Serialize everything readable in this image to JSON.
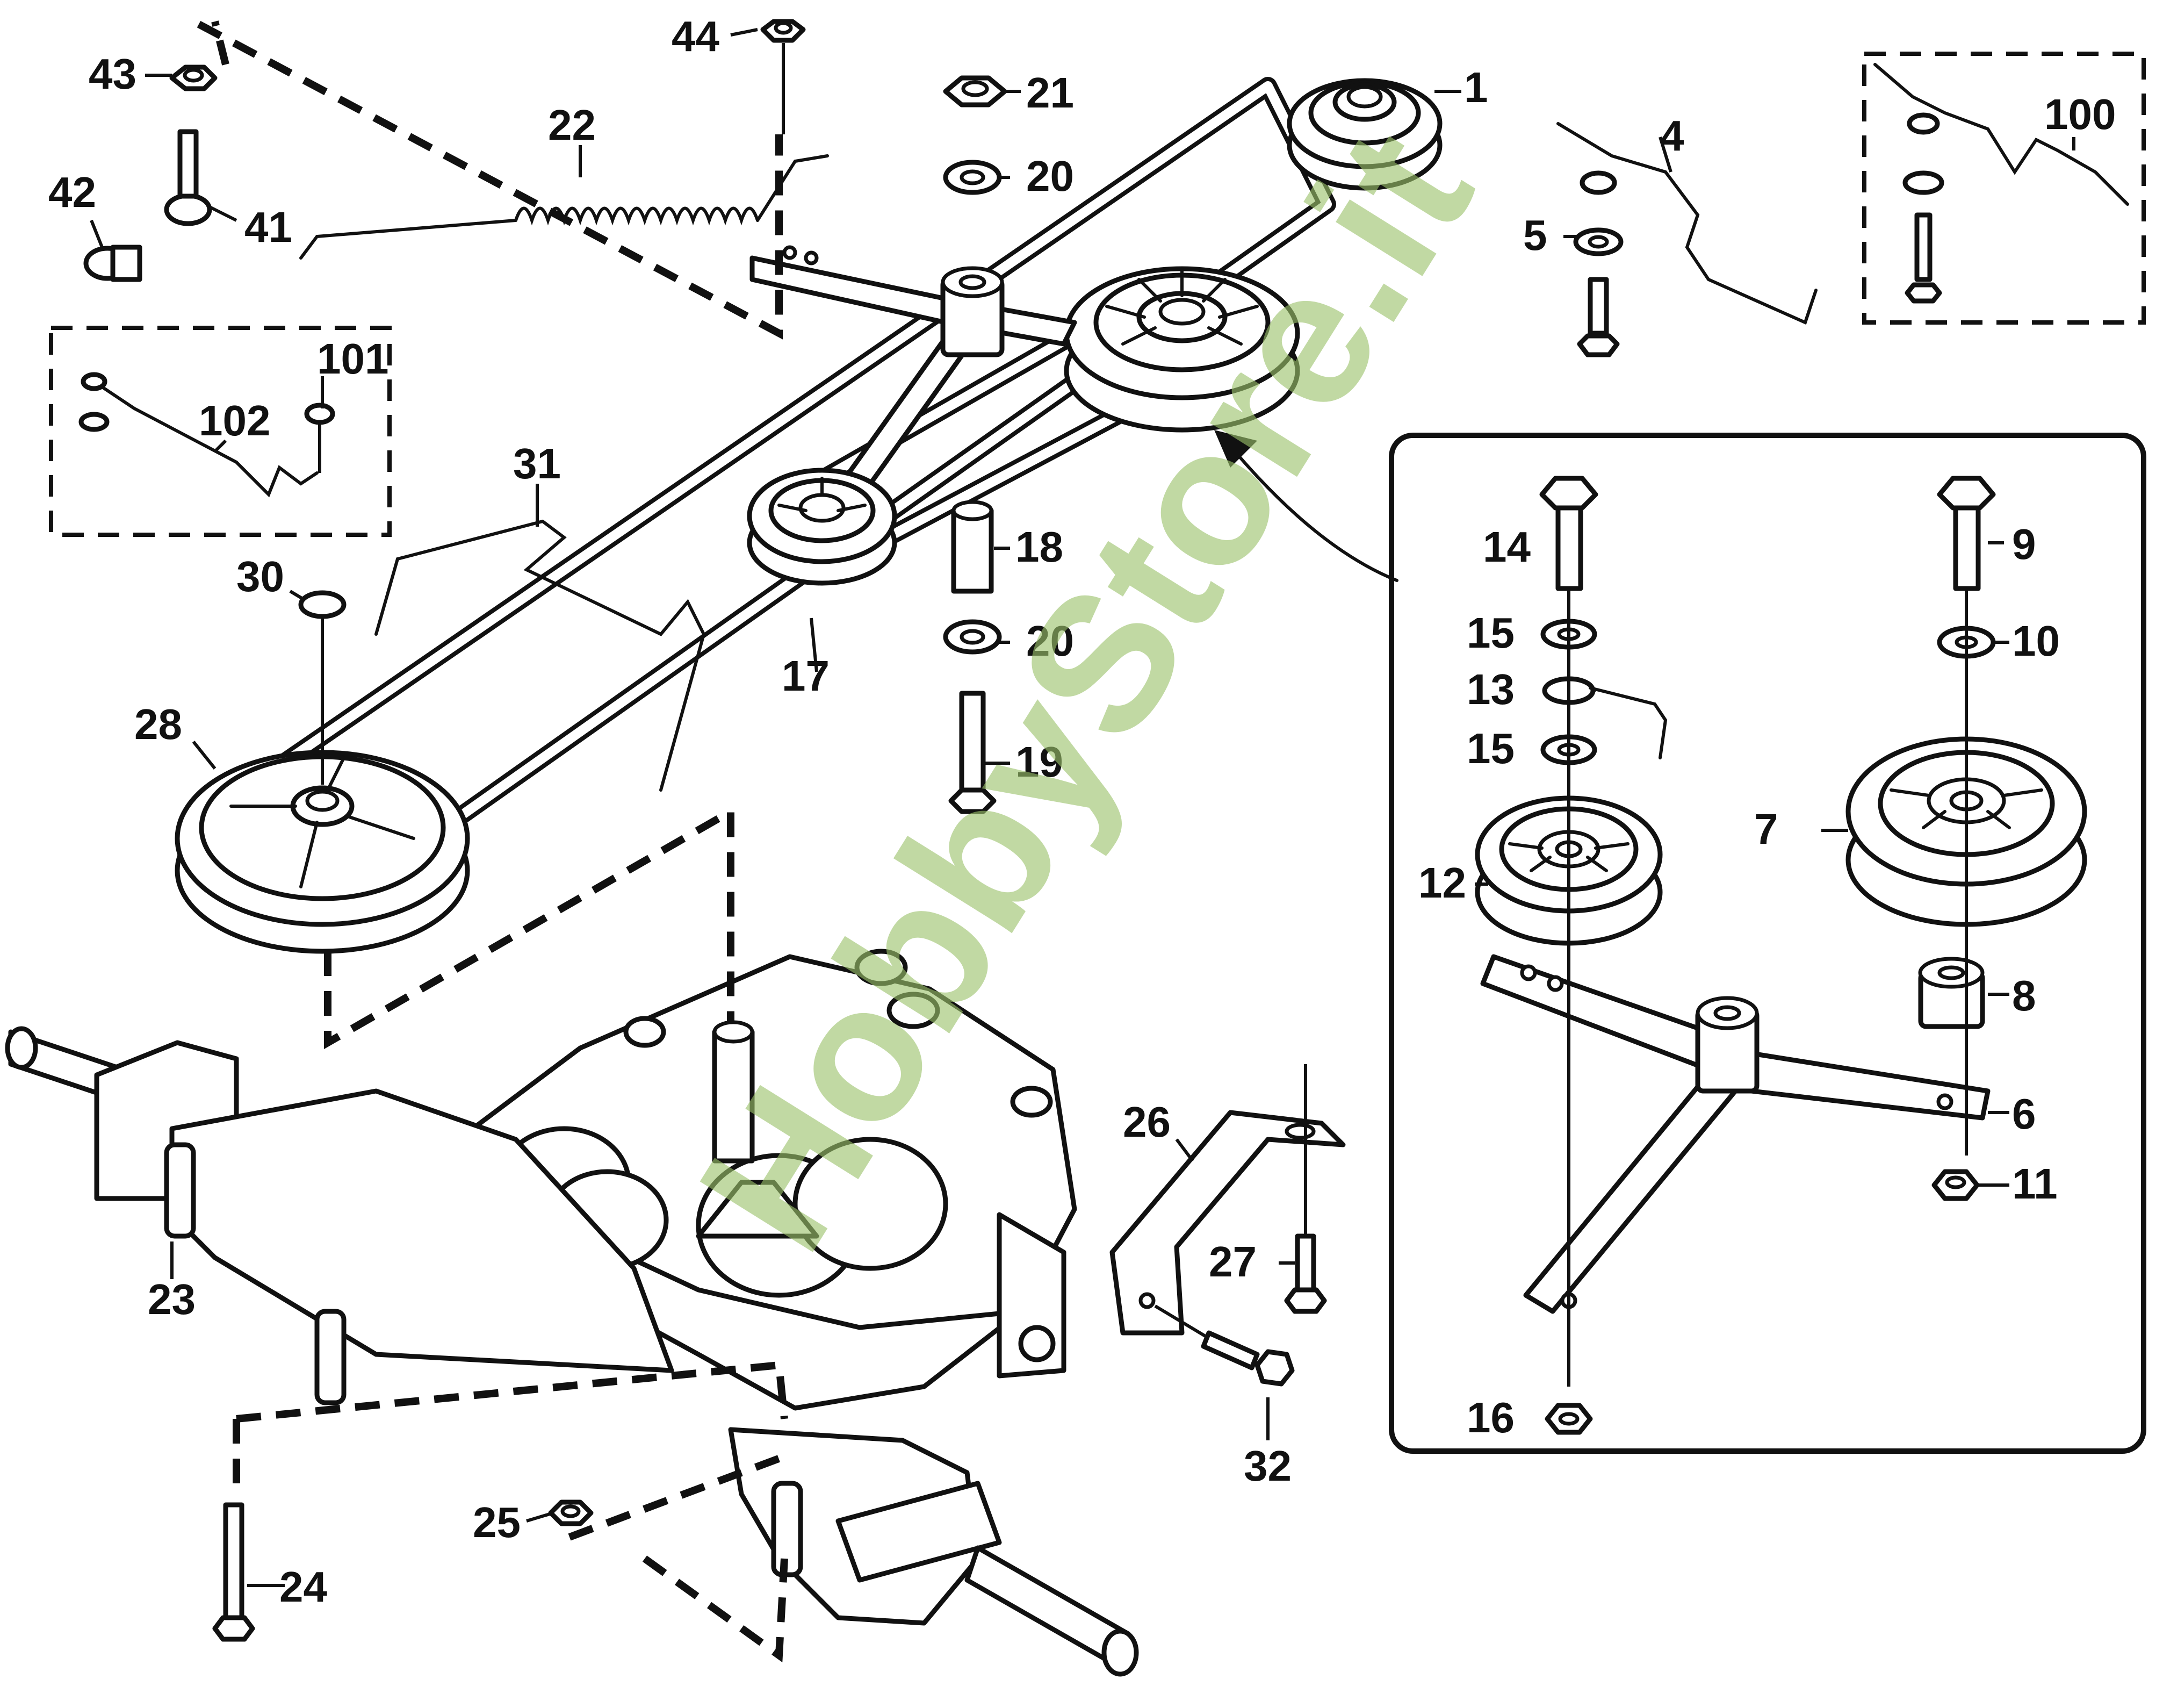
{
  "watermark": {
    "text": "HobbyStore.it",
    "color": "#9bc26b"
  },
  "callouts": {
    "c1": "1",
    "c4": "4",
    "c5": "5",
    "c6": "6",
    "c7": "7",
    "c8": "8",
    "c9": "9",
    "c10": "10",
    "c11": "11",
    "c12": "12",
    "c13": "13",
    "c14": "14",
    "c15a": "15",
    "c15b": "15",
    "c16": "16",
    "c17": "17",
    "c18": "18",
    "c19": "19",
    "c20a": "20",
    "c20b": "20",
    "c21": "21",
    "c22": "22",
    "c23": "23",
    "c24": "24",
    "c25": "25",
    "c26": "26",
    "c27": "27",
    "c28": "28",
    "c30": "30",
    "c31": "31",
    "c32": "32",
    "c41": "41",
    "c42": "42",
    "c43": "43",
    "c44": "44",
    "c100": "100",
    "c101": "101",
    "c102": "102"
  },
  "icons": {
    "pulley": "pulley-icon",
    "bolt": "bolt-icon",
    "nut": "nut-icon",
    "washer": "washer-icon",
    "spring": "spring-icon",
    "transaxle": "transaxle-icon"
  }
}
